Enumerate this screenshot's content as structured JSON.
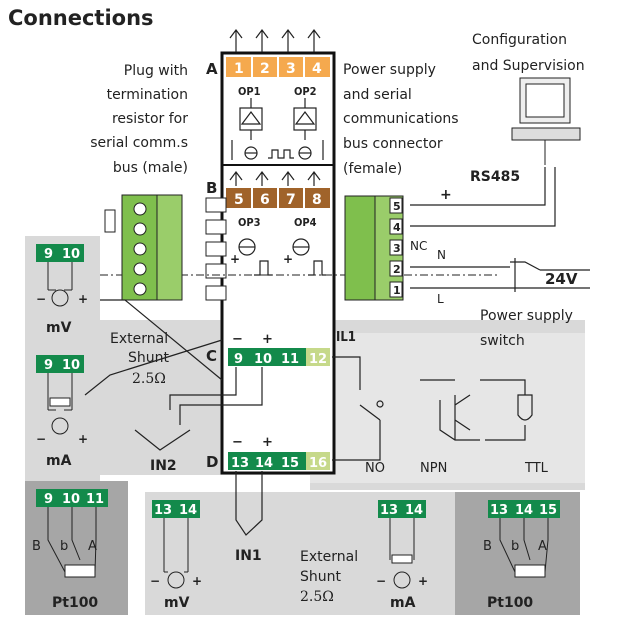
{
  "title": "Connections",
  "config_label_1": "Configuration",
  "config_label_2": "and Supervision",
  "rs485": "RS485",
  "plug_1": "Plug with",
  "plug_2": "termination",
  "plug_3": "resistor for",
  "plug_4": "serial comm.s",
  "plug_5": "bus (male)",
  "power_1": "Power supply",
  "power_2": "and serial",
  "power_3": "communications",
  "power_4": "bus connector",
  "power_5": "(female)",
  "row_labels": [
    "A",
    "B",
    "C",
    "D"
  ],
  "terminals_a": [
    "1",
    "2",
    "3",
    "4"
  ],
  "terminals_b": [
    "5",
    "6",
    "7",
    "8"
  ],
  "terminals_c": [
    "9",
    "10",
    "11",
    "12"
  ],
  "terminals_d": [
    "13",
    "14",
    "15",
    "16"
  ],
  "op1": "OP1",
  "op2": "OP2",
  "op3": "OP3",
  "op4": "OP4",
  "bus_terms": [
    "5",
    "4",
    "3",
    "2",
    "1"
  ],
  "plus": "+",
  "nc": "NC",
  "n_label": "N",
  "l_label": "L",
  "volt": "24V",
  "ps_switch_1": "Power supply",
  "ps_switch_2": "switch",
  "il1": "IL1",
  "no": "NO",
  "npn": "NPN",
  "ttl": "TTL",
  "ext_shunt_1": "External",
  "ext_shunt_2": "Shunt",
  "shunt_val": "2.5Ω",
  "in1": "IN1",
  "in2": "IN2",
  "mv": "mV",
  "ma": "mA",
  "pt100": "Pt100",
  "t9": "9",
  "t10": "10",
  "t11": "11",
  "t13": "13",
  "t14": "14",
  "t15": "15",
  "b_big": "B",
  "b_small": "b",
  "a_big": "A",
  "colors": {
    "orange": "#f5a94e",
    "brown": "#a0632a",
    "green": "#138a4b",
    "lightgreen": "#c6d98a",
    "panel": "#d9d9d9",
    "darkpanel": "#a6a6a6",
    "connector": "#7fbf4d"
  }
}
